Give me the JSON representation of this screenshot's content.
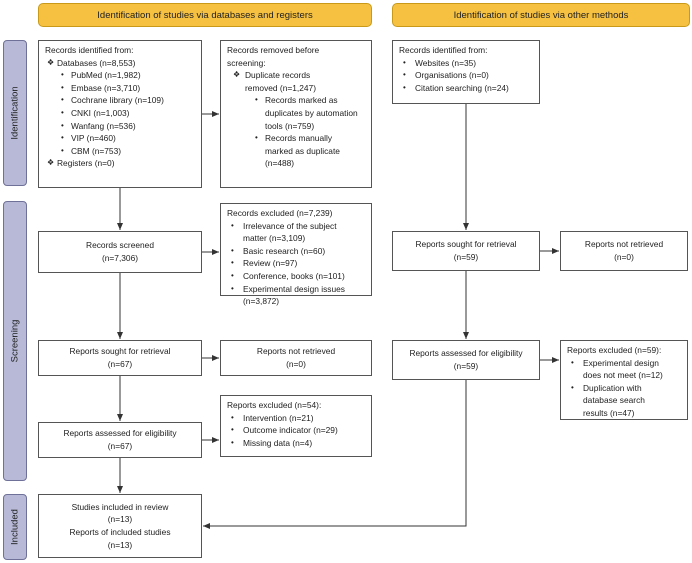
{
  "headers": {
    "db": "Identification of studies via databases and registers",
    "other": "Identification of studies via other methods"
  },
  "phases": {
    "identification": "Identification",
    "screening": "Screening",
    "included": "Included"
  },
  "db": {
    "identified": {
      "title": "Records identified from:",
      "databases": "Databases (n=8,553)",
      "items": [
        "PubMed (n=1,982)",
        "Embase (n=3,710)",
        "Cochrane library (n=109)",
        "CNKI (n=1,003)",
        "Wanfang (n=536)",
        "VIP (n=460)",
        "CBM (n=753)"
      ],
      "registers": "Registers (n=0)"
    },
    "removed": {
      "title1": "Records removed before",
      "title2": "screening:",
      "dup1": "Duplicate records",
      "dup2": "removed (n=1,247)",
      "auto1": "Records marked as",
      "auto2": "duplicates by automation",
      "auto3": "tools (n=759)",
      "man1": "Records manually",
      "man2": "marked as duplicate",
      "man3": "(n=488)"
    },
    "screened": {
      "line1": "Records screened",
      "line2": "(n=7,306)"
    },
    "excluded": {
      "title": "Records excluded (n=7,239)",
      "irr1": "Irrelevance of the subject",
      "irr2": "matter (n=3,109)",
      "basic": "Basic research (n=60)",
      "review": "Review (n=97)",
      "conf": "Conference, books (n=101)",
      "exp1": "Experimental design issues",
      "exp2": "(n=3,872)"
    },
    "sought": {
      "line1": "Reports sought for retrieval",
      "line2": "(n=67)"
    },
    "not_retrieved": {
      "line1": "Reports not retrieved",
      "line2": "(n=0)"
    },
    "assessed": {
      "line1": "Reports assessed for eligibility",
      "line2": "(n=67)"
    },
    "rep_excluded": {
      "title": "Reports excluded (n=54):",
      "items": [
        "Intervention (n=21)",
        "Outcome indicator (n=29)",
        "Missing data (n=4)"
      ]
    },
    "included": {
      "line1": "Studies included in review",
      "line2": "(n=13)",
      "line3": "Reports of included studies",
      "line4": "(n=13)"
    }
  },
  "other": {
    "identified": {
      "title": "Records identified from:",
      "items": [
        "Websites (n=35)",
        "Organisations (n=0)",
        "Citation searching (n=24)"
      ]
    },
    "sought": {
      "line1": "Reports sought for retrieval",
      "line2": "(n=59)"
    },
    "not_retrieved": {
      "line1": "Reports not retrieved",
      "line2": "(n=0)"
    },
    "assessed": {
      "line1": "Reports assessed for eligibility",
      "line2": "(n=59)"
    },
    "excluded": {
      "title": "Reports excluded (n=59):",
      "exp1": "Experimental design",
      "exp2": "does not meet (n=12)",
      "dup1": "Duplication with",
      "dup2": "database search",
      "dup3": "results (n=47)"
    }
  }
}
